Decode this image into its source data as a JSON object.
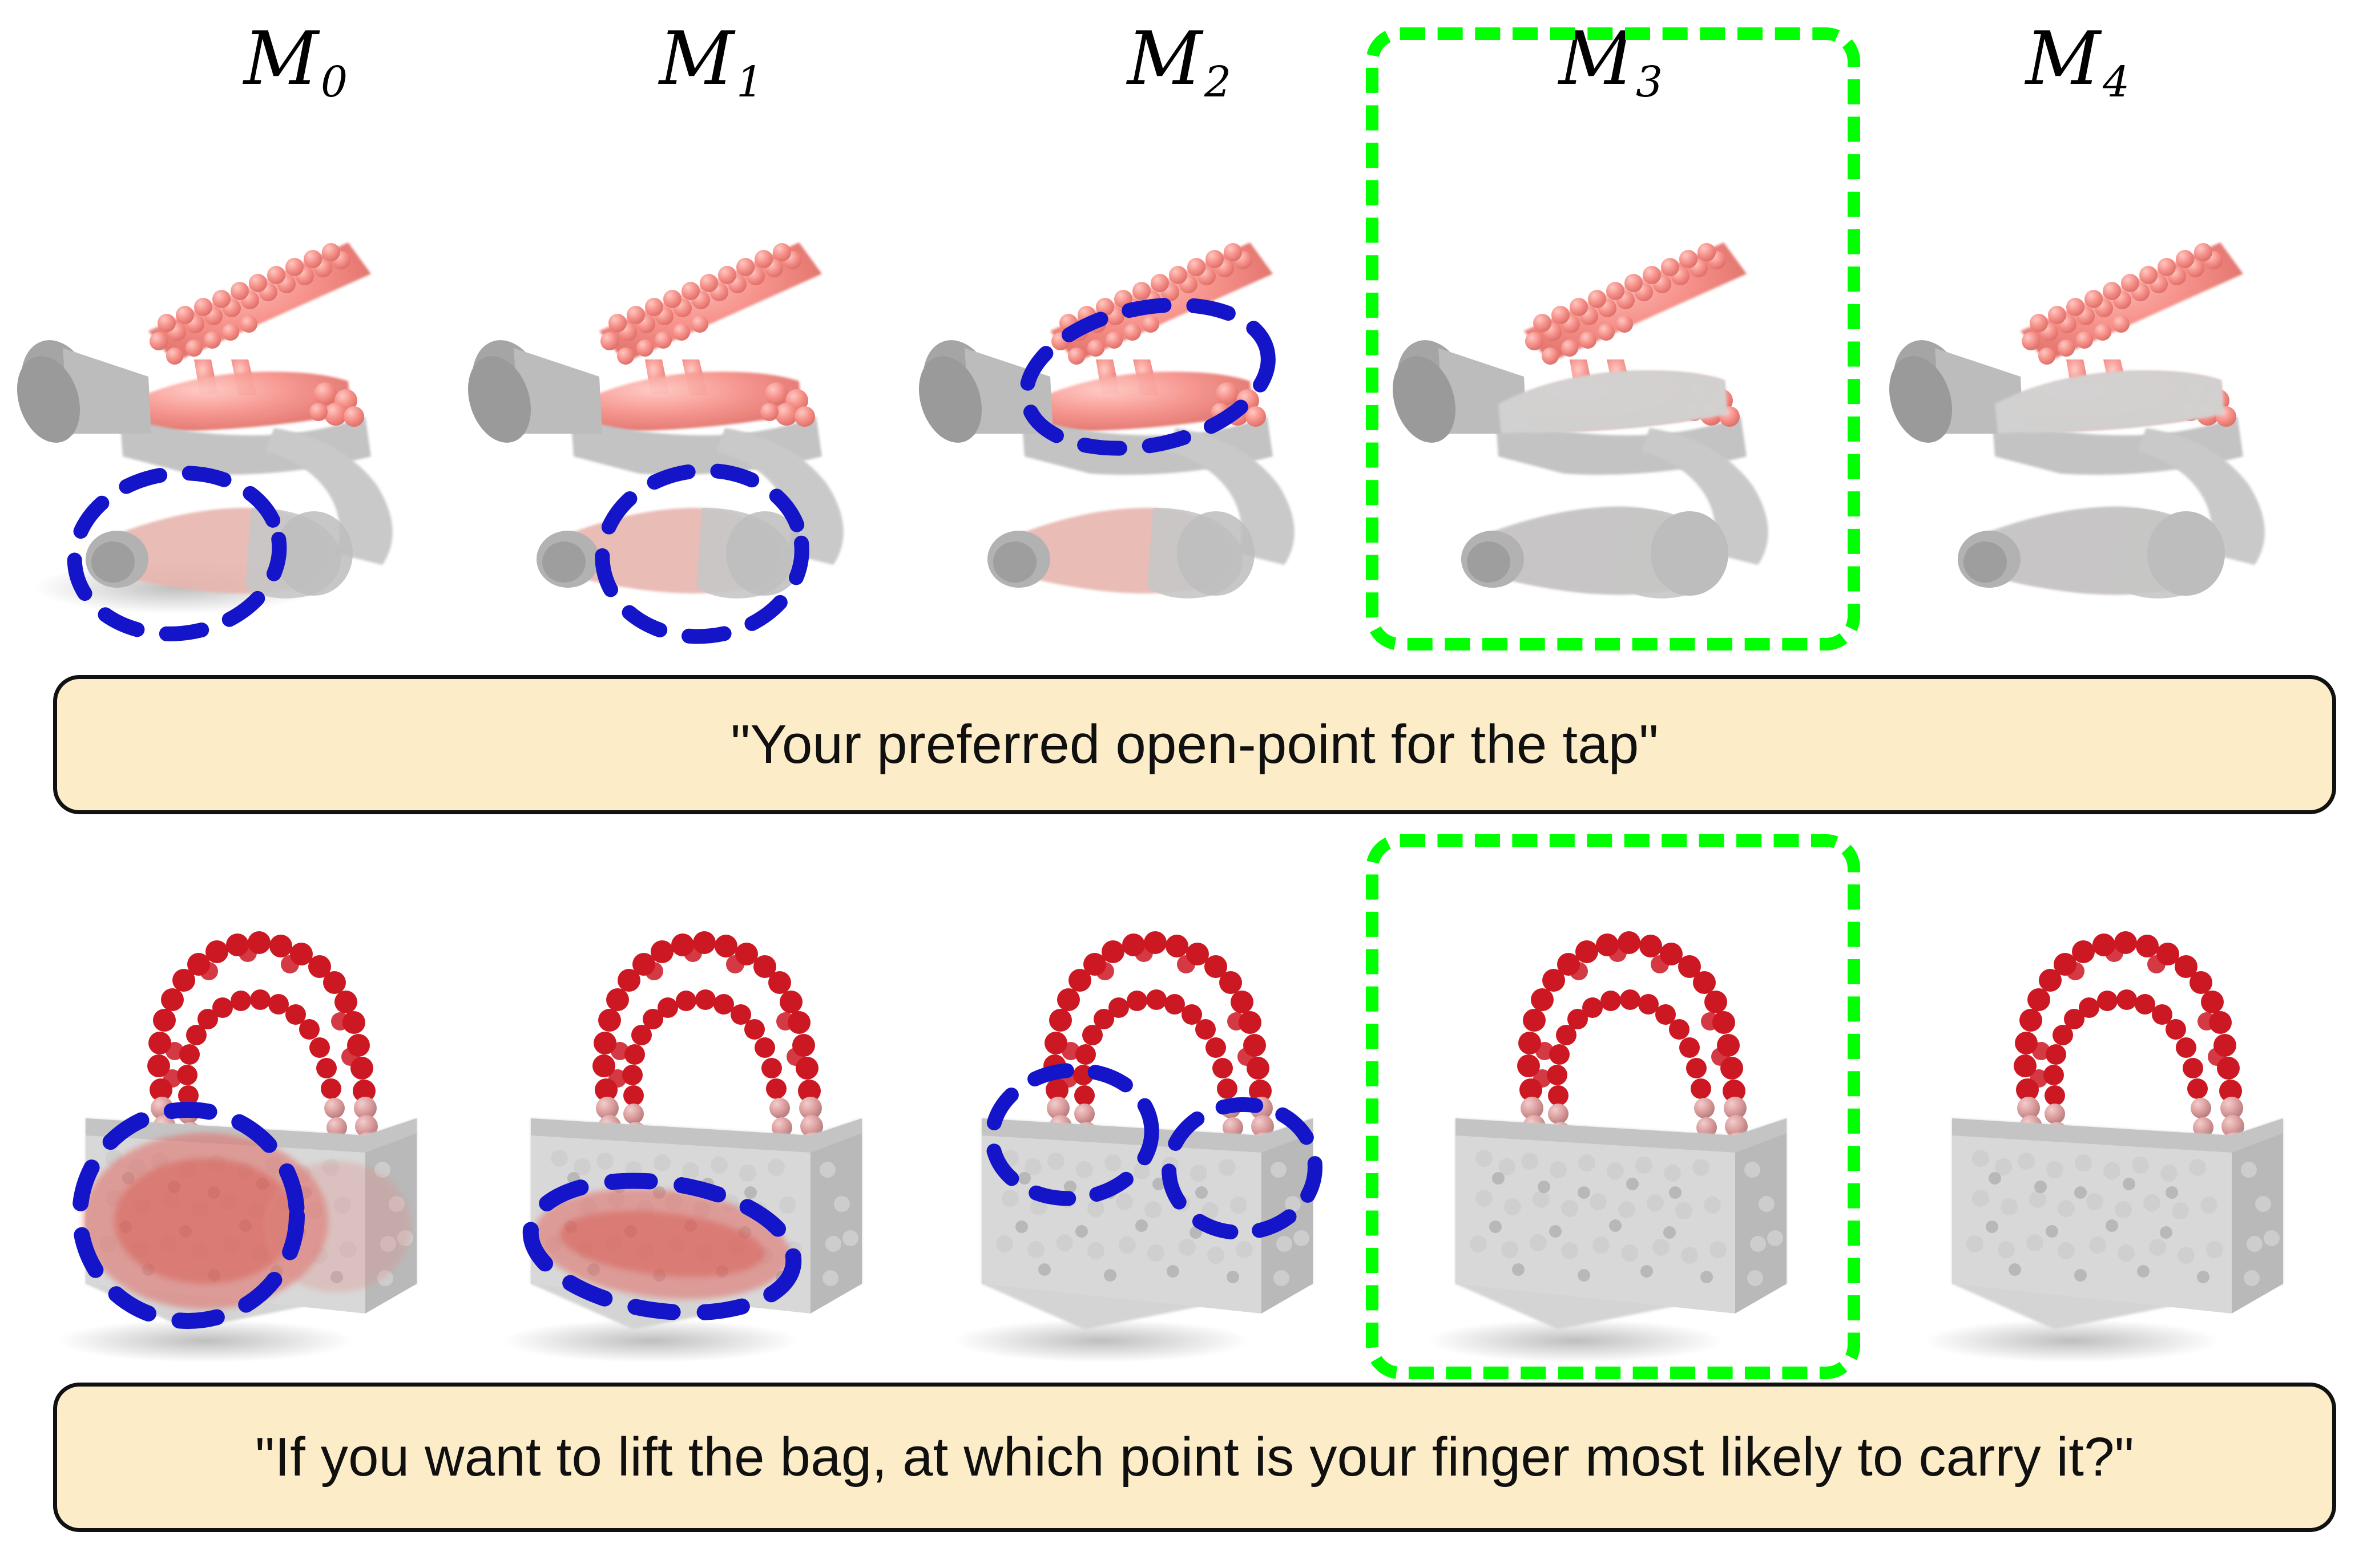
{
  "figure": {
    "background": "#ffffff",
    "highlight_color": "#00ff00",
    "annotation_color": "#1414c8",
    "caption_fill": "#fcedc8",
    "caption_border": "#111111"
  },
  "columns": [
    {
      "id": "m0",
      "label_base": "M",
      "label_sub": "0",
      "highlighted": false
    },
    {
      "id": "m1",
      "label_base": "M",
      "label_sub": "1",
      "highlighted": false
    },
    {
      "id": "m2",
      "label_base": "M",
      "label_sub": "2",
      "highlighted": false
    },
    {
      "id": "m3",
      "label_base": "M",
      "label_sub": "3",
      "highlighted": true
    },
    {
      "id": "m4",
      "label_base": "M",
      "label_sub": "4",
      "highlighted": false
    }
  ],
  "rows": [
    {
      "id": "row-tap",
      "object": "tap",
      "caption": "\"Your preferred open-point for the tap\"",
      "cells": [
        {
          "column": "m0",
          "heat": "spout-and-base",
          "annotations": 1
        },
        {
          "column": "m1",
          "heat": "spout-tip",
          "annotations": 1
        },
        {
          "column": "m2",
          "heat": "valve-top",
          "annotations": 1
        },
        {
          "column": "m3",
          "heat": "none",
          "annotations": 0
        },
        {
          "column": "m4",
          "heat": "none",
          "annotations": 0
        }
      ]
    },
    {
      "id": "row-bag",
      "object": "bag",
      "caption": "\"If you want to lift the bag, at which point is your finger most likely to carry it?\"",
      "cells": [
        {
          "column": "m0",
          "heat": "body-broad",
          "annotations": 1
        },
        {
          "column": "m1",
          "heat": "body-band",
          "annotations": 1
        },
        {
          "column": "m2",
          "heat": "none",
          "annotations": 2
        },
        {
          "column": "m3",
          "heat": "none",
          "annotations": 0
        },
        {
          "column": "m4",
          "heat": "none",
          "annotations": 0
        }
      ]
    }
  ],
  "captions": {
    "tap": "\"Your preferred open-point for the tap\"",
    "bag": "\"If you want to lift the bag, at which point is your finger most likely to carry it?\""
  },
  "colors": {
    "tap_highlight": "#f58b85",
    "bag_handle": "#cc1822",
    "point_gray_light": "#dcdcdc",
    "point_gray_dark": "#8a8a8a"
  }
}
